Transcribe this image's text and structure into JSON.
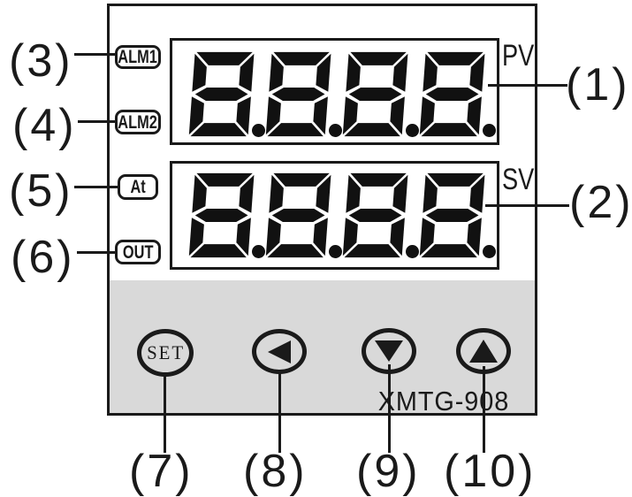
{
  "figure": {
    "model_label": "XMTG-908",
    "panel": {
      "pv_label": "PV",
      "sv_label": "SV",
      "pv_value": "8.8.8.8.",
      "sv_value": "8.8.8.8."
    },
    "indicators": [
      {
        "label": "ALM1"
      },
      {
        "label": "ALM2"
      },
      {
        "label": "At"
      },
      {
        "label": "OUT"
      }
    ],
    "buttons": [
      {
        "label": "SET",
        "icon": "set-text"
      },
      {
        "icon": "left-triangle"
      },
      {
        "icon": "down-triangle"
      },
      {
        "icon": "up-triangle"
      }
    ],
    "callouts": {
      "c1": "(1)",
      "c2": "(2)",
      "c3": "(3)",
      "c4": "(4)",
      "c5": "(5)",
      "c6": "(6)",
      "c7": "(7)",
      "c8": "(8)",
      "c9": "(9)",
      "c10": "(10)"
    },
    "colors": {
      "line": "#1a1a1a",
      "keypad_bg": "#d9d9d9",
      "segment": "#111111",
      "display_bg": "#ffffff"
    }
  }
}
